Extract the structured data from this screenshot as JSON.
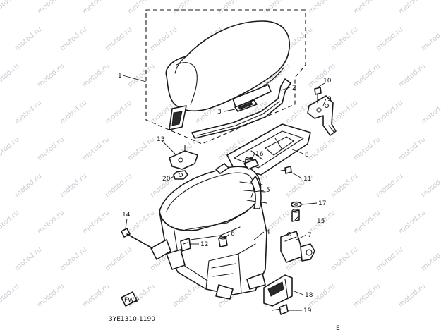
{
  "callouts": [
    "1",
    "2",
    "3",
    "4",
    "5",
    "6",
    "7",
    "8",
    "9",
    "10",
    "11",
    "12",
    "13",
    "14",
    "15",
    "16",
    "17",
    "18",
    "19",
    "20"
  ],
  "code": "3YE1310-1190",
  "corner_mark": "E",
  "watermark": "motod.ru",
  "front_badge": "FWD"
}
